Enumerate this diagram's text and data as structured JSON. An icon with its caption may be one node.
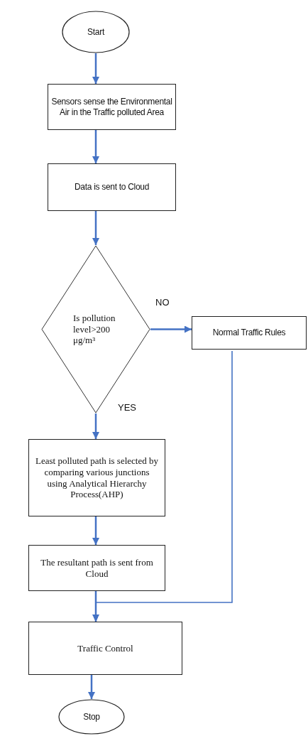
{
  "diagram": {
    "nodes": [
      {
        "text": [
          "Start"
        ]
      },
      {
        "text": [
          "Sensors sense the Environmental Air in the Traffic polluted Area"
        ]
      },
      {
        "text": [
          "Data is sent to Cloud"
        ]
      },
      {
        "text": [
          "Is pollution level>200 μg/m³"
        ]
      },
      {
        "text": [
          "Normal Traffic Rules"
        ]
      },
      {
        "text": [
          "Least polluted path is selected by comparing various junctions using Analytical Hierarchy Process(AHP)"
        ]
      },
      {
        "text": [
          "The resultant path is sent from Cloud"
        ]
      },
      {
        "text": [
          "Traffic Control"
        ]
      },
      {
        "text": [
          "Stop"
        ]
      }
    ],
    "edges": [
      {
        "from": 0,
        "to": 1,
        "arrow": "to"
      },
      {
        "from": 1,
        "to": 2,
        "arrow": "to"
      },
      {
        "from": 2,
        "to": 3,
        "arrow": "to"
      },
      {
        "from": 3,
        "to": 4,
        "arrow": "to",
        "label": "NO"
      },
      {
        "from": 3,
        "to": 5,
        "arrow": "to",
        "label": "YES"
      },
      {
        "from": 5,
        "to": 6,
        "arrow": "to"
      },
      {
        "from": 6,
        "to": 7,
        "arrow": "to"
      },
      {
        "from": 4,
        "to": 7,
        "arrow": "to"
      },
      {
        "from": 7,
        "to": 8,
        "arrow": "to"
      }
    ]
  }
}
